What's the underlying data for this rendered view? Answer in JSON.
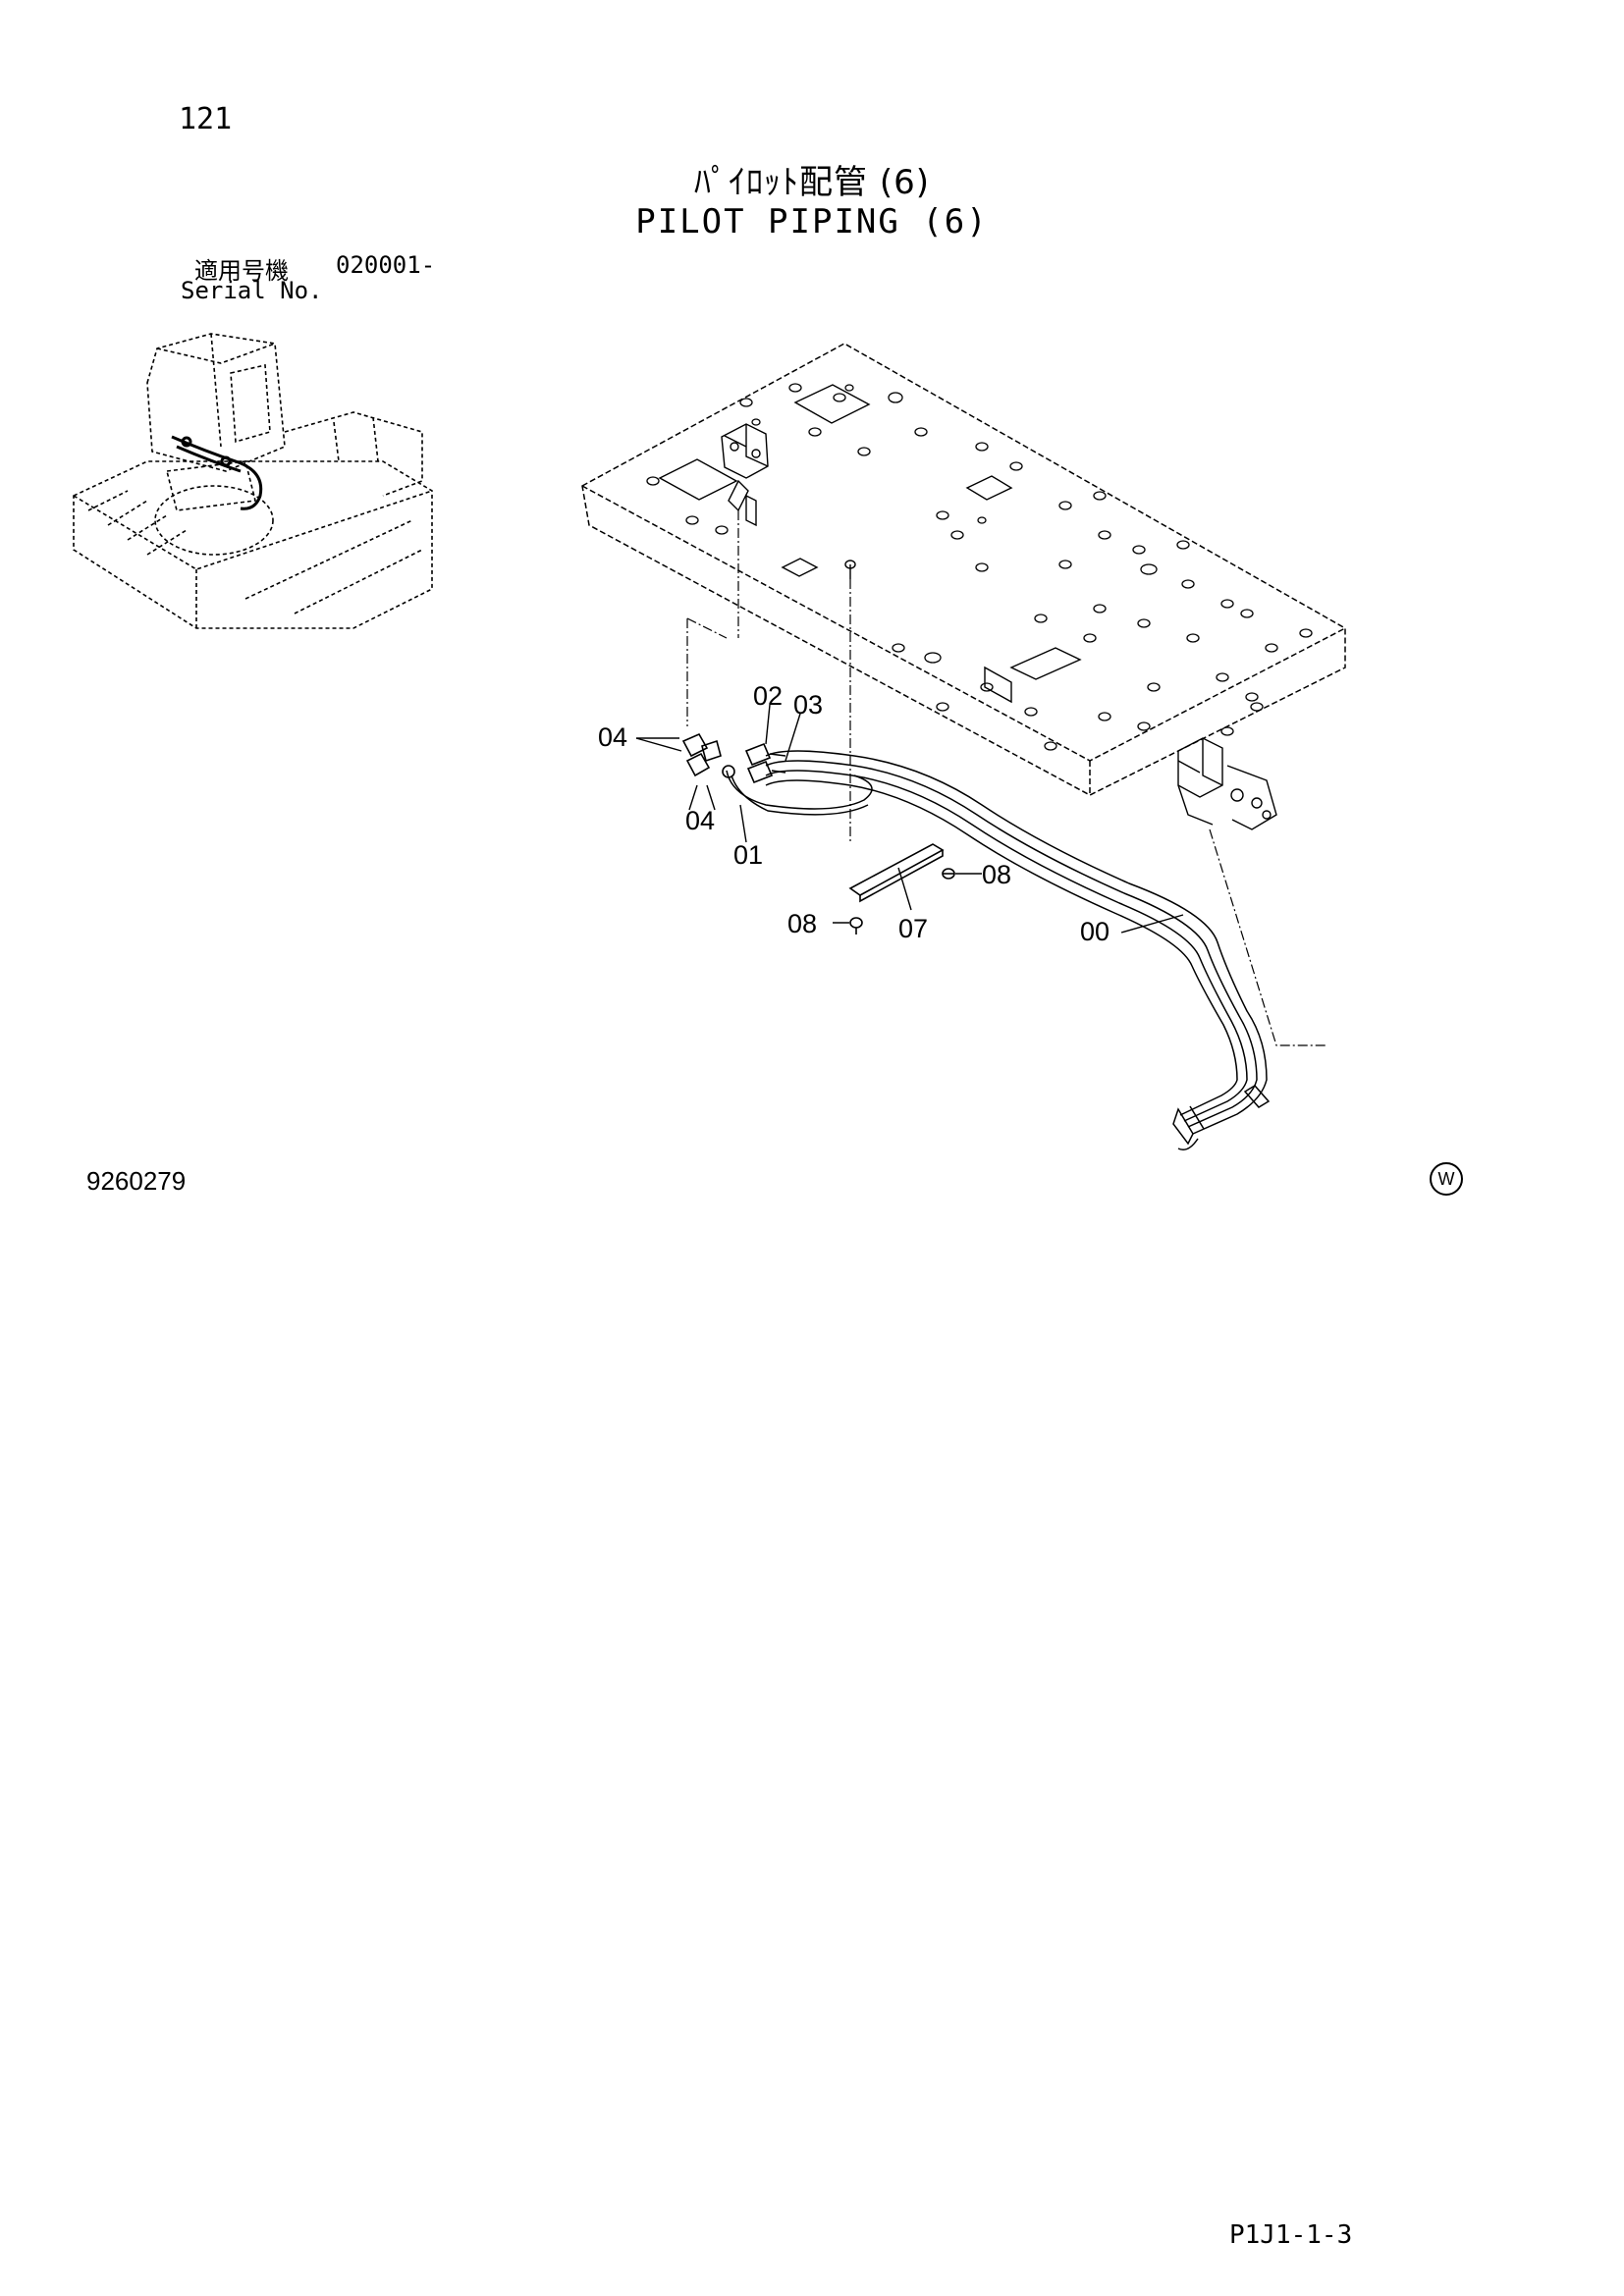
{
  "header": {
    "page_number": "121",
    "title_jp": "ﾊﾟｲﾛｯﾄ配管 (6)",
    "title_en": "PILOT PIPING (6)",
    "serial_label_jp": "適用号機",
    "serial_value": "020001-",
    "serial_label_en": "Serial No."
  },
  "footer": {
    "drawing_number": "9260279",
    "page_code": "P1J1-1-3",
    "mark": "W"
  },
  "callouts": [
    "04",
    "02",
    "03",
    "04",
    "01",
    "08",
    "08",
    "07",
    "00"
  ]
}
